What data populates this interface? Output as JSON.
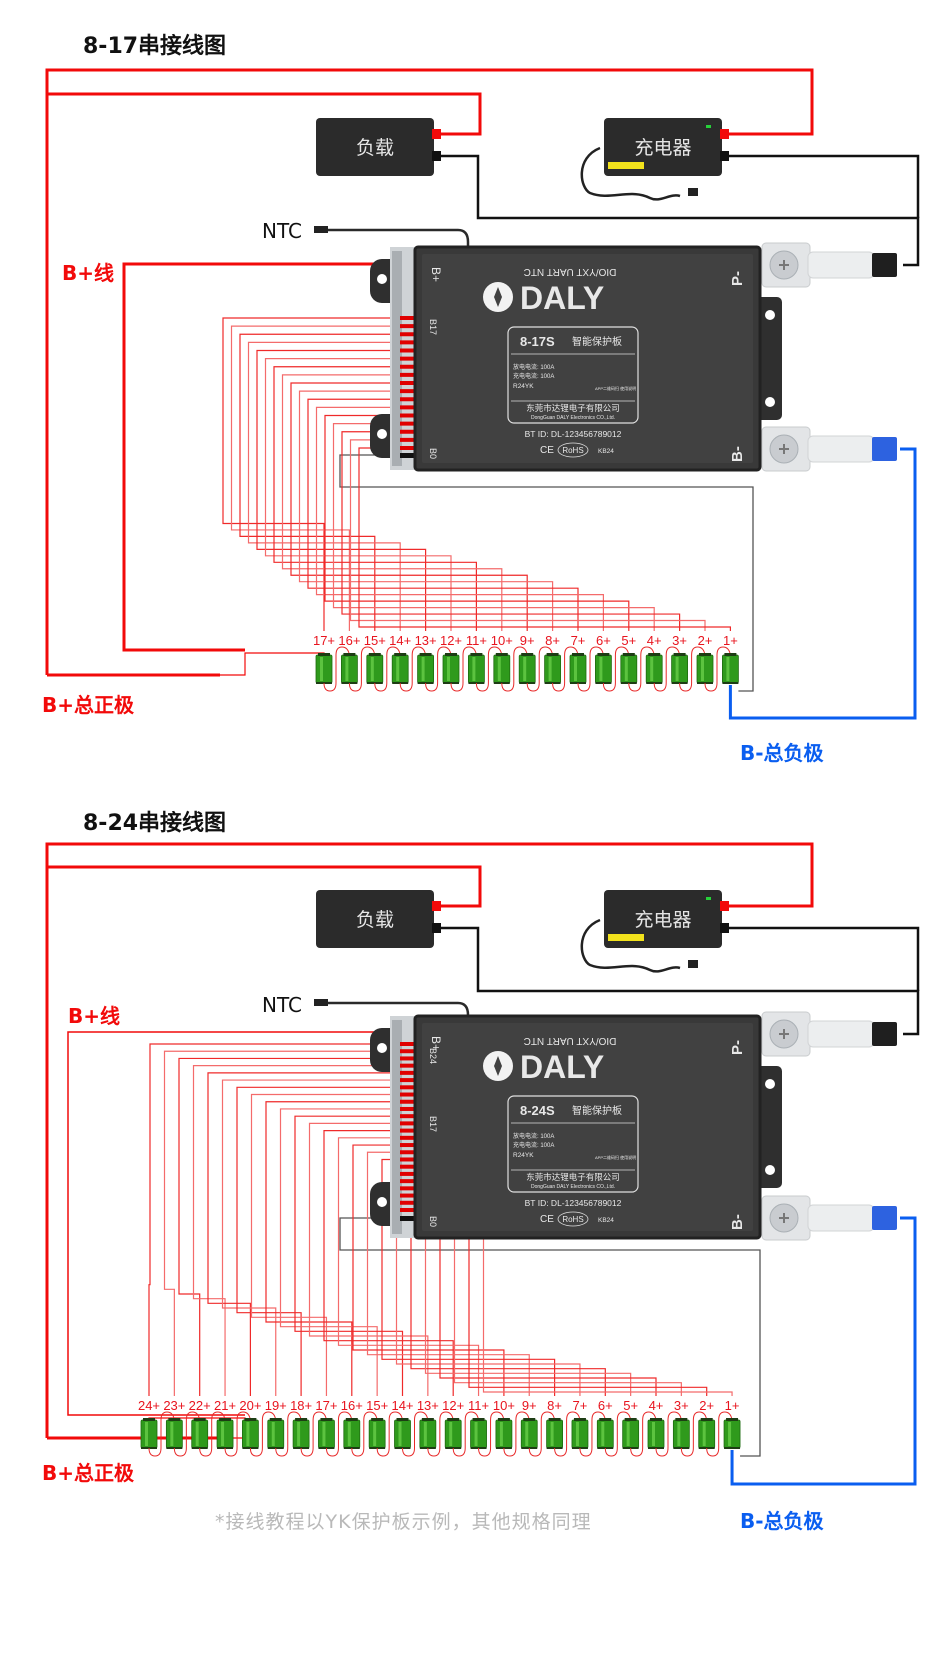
{
  "diagrams": [
    {
      "title": "8-17串接线图",
      "cells": 17,
      "cell_labels": [
        "17+",
        "16+",
        "15+",
        "14+",
        "13+",
        "12+",
        "11+",
        "10+",
        "9+",
        "8+",
        "7+",
        "6+",
        "5+",
        "4+",
        "3+",
        "2+",
        "1+"
      ],
      "load_label": "负载",
      "charger_label": "充电器",
      "ntc_label": "NTC",
      "bplus_wire_label": "B+线",
      "bplus_total_label": "B+总正极",
      "bminus_total_label": "B-总负极",
      "board": {
        "brand": "DALY",
        "model": "8-17S",
        "product_name": "智能保护板",
        "discharge_current": "放电电流: 100A",
        "charge_current": "充电电流: 100A",
        "part_no": "R24YK",
        "qr_hint": "APP二维码扫 使用说明",
        "company_cn": "东莞市达锂电子有限公司",
        "company_en": "DongGuan DALY Electronics CO.,Ltd.",
        "bt_id": "BT ID: DL-123456789012",
        "cert": "RoHS",
        "code": "KB24",
        "port_bplus": "B+",
        "port_labels": "DIO/YXT   UART   NTC",
        "port_b_high": "B17",
        "port_b_mid": "",
        "port_b0": "B0",
        "term_p": "P-",
        "term_b": "B-"
      }
    },
    {
      "title": "8-24串接线图",
      "cells": 24,
      "cell_labels": [
        "24+",
        "23+",
        "22+",
        "21+",
        "20+",
        "19+",
        "18+",
        "17+",
        "16+",
        "15+",
        "14+",
        "13+",
        "12+",
        "11+",
        "10+",
        "9+",
        "8+",
        "7+",
        "6+",
        "5+",
        "4+",
        "3+",
        "2+",
        "1+"
      ],
      "load_label": "负载",
      "charger_label": "充电器",
      "ntc_label": "NTC",
      "bplus_wire_label": "B+线",
      "bplus_total_label": "B+总正极",
      "bminus_total_label": "B-总负极",
      "board": {
        "brand": "DALY",
        "model": "8-24S",
        "product_name": "智能保护板",
        "discharge_current": "放电电流: 100A",
        "charge_current": "充电电流: 100A",
        "part_no": "R24YK",
        "qr_hint": "APP二维码扫 使用说明",
        "company_cn": "东莞市达锂电子有限公司",
        "company_en": "DongGuan DALY Electronics CO.,Ltd.",
        "bt_id": "BT ID: DL-123456789012",
        "cert": "RoHS",
        "code": "KB24",
        "port_bplus": "B+",
        "port_labels": "DIO/YXT   UART   NTC",
        "port_b_high": "B24",
        "port_b_mid": "B17",
        "port_b0": "B0",
        "term_p": "P-",
        "term_b": "B-"
      }
    }
  ],
  "footnote": "*接线教程以YK保护板示例，其他规格同理",
  "colors": {
    "positive": "#f20a0a",
    "balance": "#f03a3a",
    "negative": "#0a5ef0",
    "wire_black": "#111111",
    "board": "#3a3a3a",
    "cell": "#2f9a1c"
  }
}
